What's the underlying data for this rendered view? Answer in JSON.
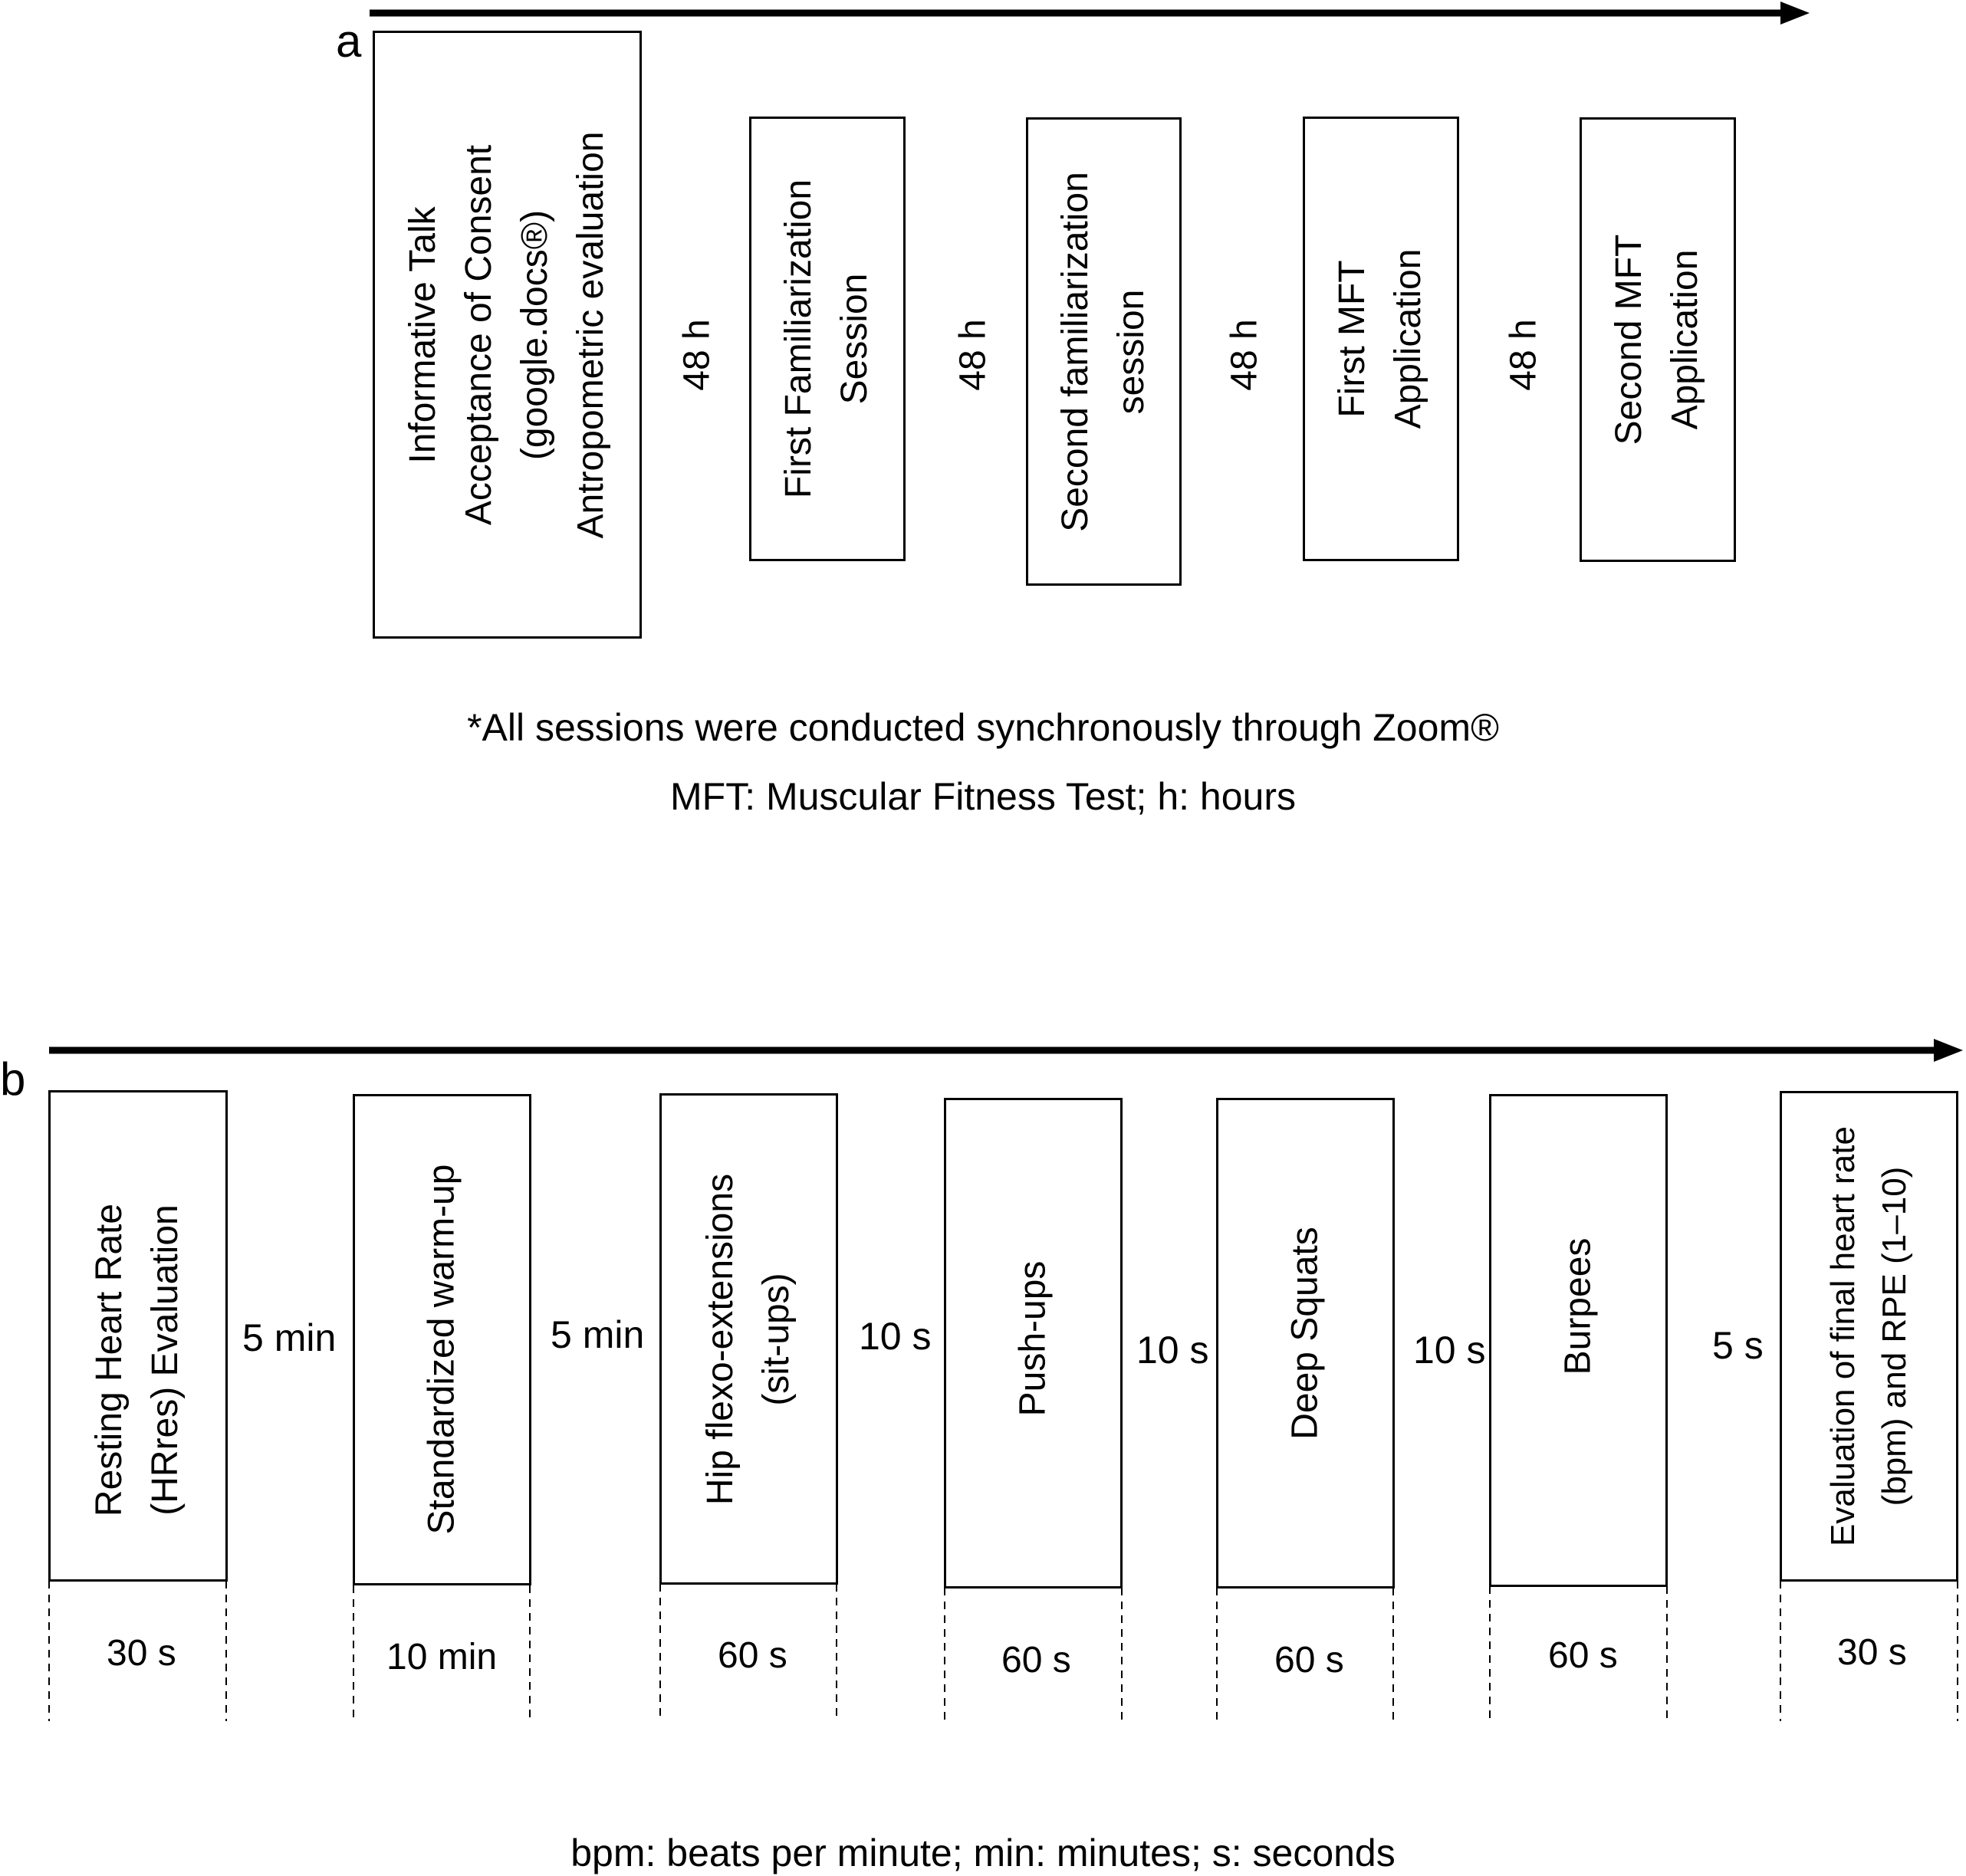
{
  "panel_a": {
    "label": "a",
    "boxes": [
      {
        "lines": [
          "Informative Talk",
          "Acceptance of Consent",
          "(google.docs®)",
          "Antropometric evaluation"
        ]
      },
      {
        "lines": [
          "First Familiarization",
          "Session"
        ]
      },
      {
        "lines": [
          "Second familiarization",
          "session"
        ]
      },
      {
        "lines": [
          "First MFT",
          "Application"
        ]
      },
      {
        "lines": [
          "Second MFT",
          "Application"
        ]
      }
    ],
    "gaps": [
      "48 h",
      "48 h",
      "48 h",
      "48 h"
    ],
    "notes": [
      "*All sessions were conducted synchronously through Zoom®",
      "MFT: Muscular Fitness Test; h: hours"
    ]
  },
  "panel_b": {
    "label": "b",
    "boxes": [
      {
        "lines": [
          "Resting Heart Rate",
          "(HRres) Evaluation"
        ],
        "duration": "30 s"
      },
      {
        "lines": [
          "Standardized warm-up"
        ],
        "duration": "10 min"
      },
      {
        "lines": [
          "Hip flexo-extensions",
          "(sit-ups)"
        ],
        "duration": "60 s"
      },
      {
        "lines": [
          "Push-ups"
        ],
        "duration": "60 s"
      },
      {
        "lines": [
          "Deep Squats"
        ],
        "duration": "60 s"
      },
      {
        "lines": [
          "Burpees"
        ],
        "duration": "60 s"
      },
      {
        "lines": [
          "Evaluation of final heart rate",
          "(bpm) and RPE (1–10)"
        ],
        "duration": "30 s"
      }
    ],
    "gaps": [
      "5 min",
      "5 min",
      "10 s",
      "10 s",
      "10 s",
      "5 s"
    ],
    "note": "bpm: beats per minute; min: minutes; s: seconds"
  }
}
